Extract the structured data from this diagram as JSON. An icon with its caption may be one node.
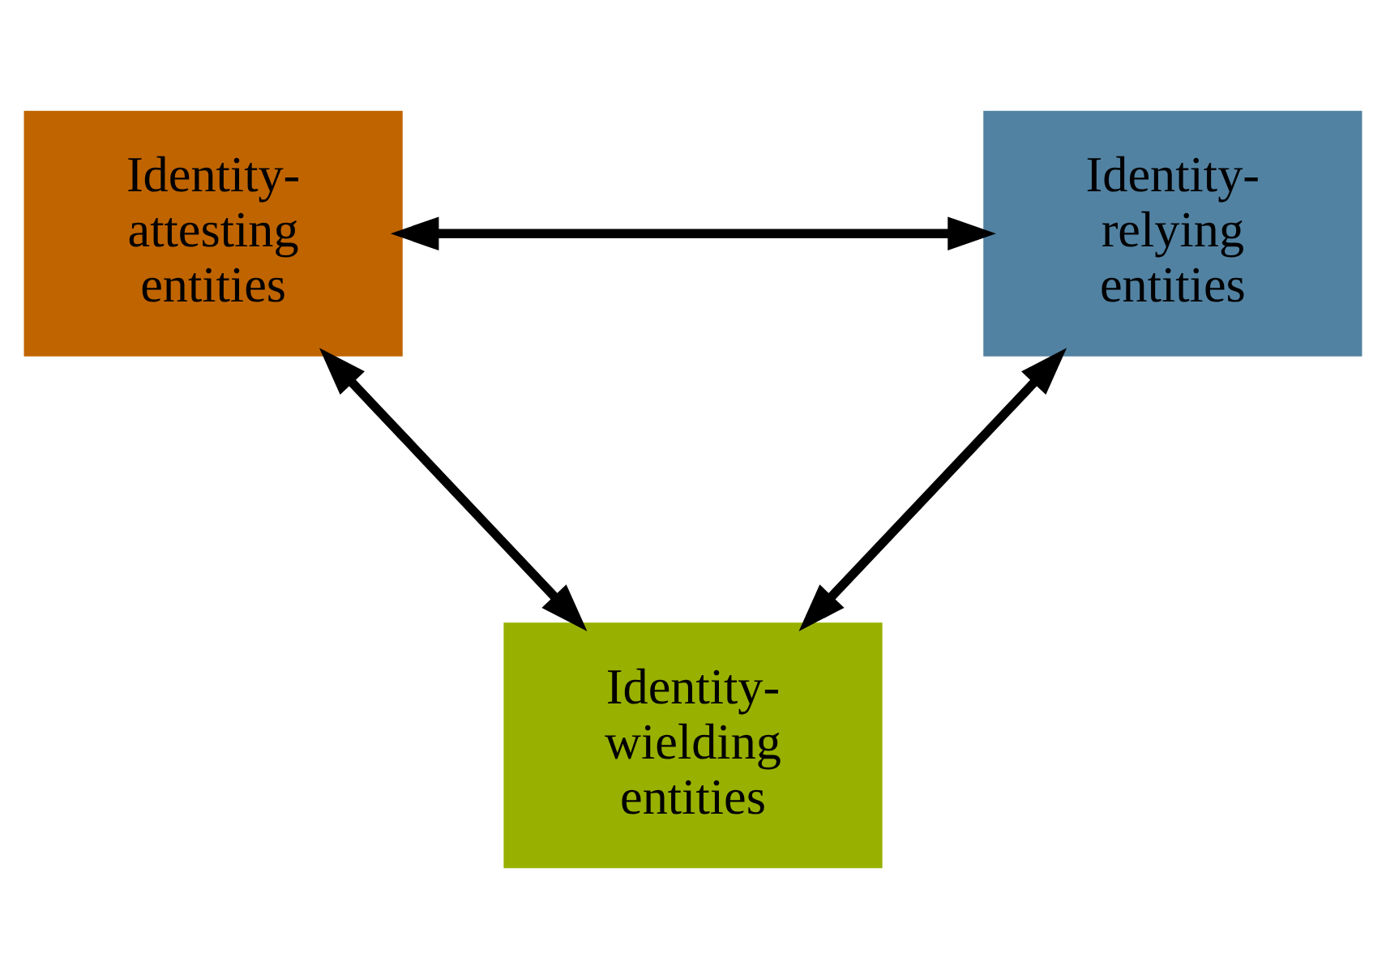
{
  "diagram": {
    "nodes": [
      {
        "text": [
          "Identity- attesting entities"
        ]
      },
      {
        "text": [
          "Identity- relying entities"
        ]
      },
      {
        "text": [
          "Identity- wielding entities"
        ]
      }
    ],
    "edges": [
      {
        "from": 0,
        "to": 1,
        "arrow": "both"
      },
      {
        "from": 0,
        "to": 2,
        "arrow": "both"
      },
      {
        "from": 1,
        "to": 2,
        "arrow": "both"
      }
    ]
  }
}
